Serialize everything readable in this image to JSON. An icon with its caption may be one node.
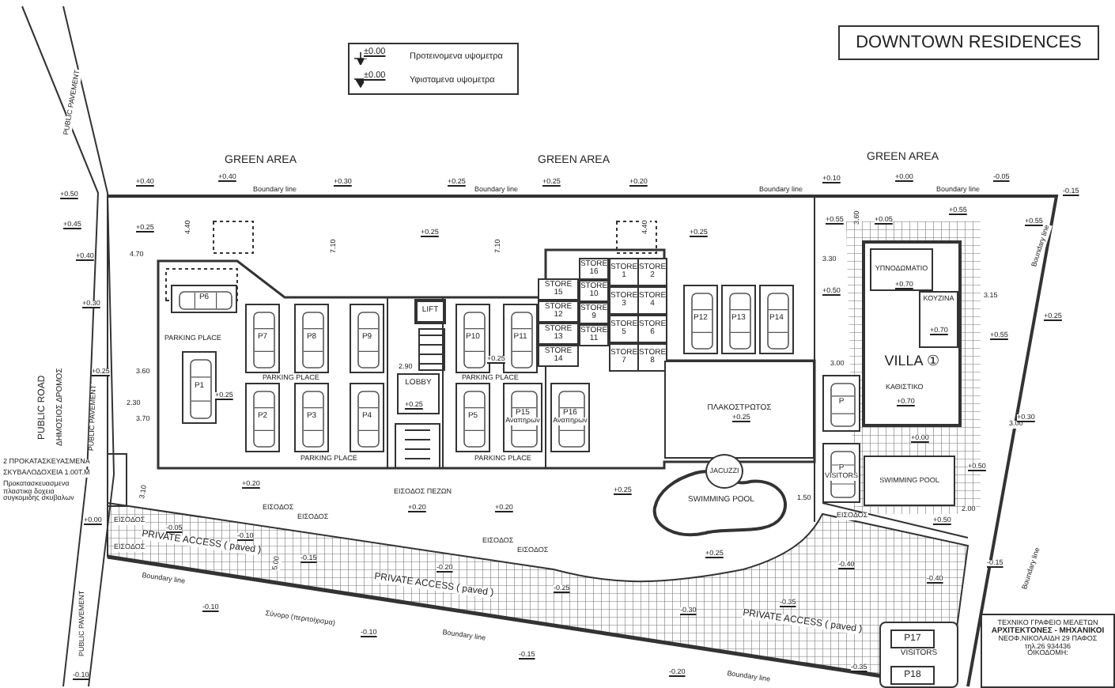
{
  "diagram": {
    "title": "DOWNTOWN RESIDENCES",
    "nodes": [
      {
        "text": [
          "P6"
        ]
      },
      {
        "text": [
          "P1"
        ]
      },
      {
        "text": [
          "P7"
        ]
      },
      {
        "text": [
          "P8"
        ]
      },
      {
        "text": [
          "P9"
        ]
      },
      {
        "text": [
          "P10"
        ]
      },
      {
        "text": [
          "P11"
        ]
      },
      {
        "text": [
          "P2"
        ]
      },
      {
        "text": [
          "P3"
        ]
      },
      {
        "text": [
          "P4"
        ]
      },
      {
        "text": [
          "P5"
        ]
      },
      {
        "text": [
          "P15",
          "Αναπηρων"
        ]
      },
      {
        "text": [
          "P16",
          "Αναπηρων"
        ]
      },
      {
        "text": [
          "LIFT"
        ]
      },
      {
        "text": [
          "LOBBY"
        ]
      },
      {
        "text": [
          "STORE 15"
        ]
      },
      {
        "text": [
          "STORE 12"
        ]
      },
      {
        "text": [
          "STORE 13"
        ]
      },
      {
        "text": [
          "STORE 14"
        ]
      },
      {
        "text": [
          "STORE 16"
        ]
      },
      {
        "text": [
          "STORE 10"
        ]
      },
      {
        "text": [
          "STORE 1"
        ]
      },
      {
        "text": [
          "STORE 3"
        ]
      },
      {
        "text": [
          "STORE 5"
        ]
      },
      {
        "text": [
          "STORE 7"
        ]
      },
      {
        "text": [
          "STORE 2"
        ]
      },
      {
        "text": [
          "STORE 4"
        ]
      },
      {
        "text": [
          "STORE 6"
        ]
      },
      {
        "text": [
          "STORE 8"
        ]
      },
      {
        "text": [
          "STORE 9"
        ]
      },
      {
        "text": [
          "STORE 11"
        ]
      },
      {
        "text": [
          "P12"
        ]
      },
      {
        "text": [
          "P13"
        ]
      },
      {
        "text": [
          "P14"
        ]
      },
      {
        "text": [
          "ΠΛΑΚΟΣΤΡΩΤΟΣ"
        ]
      },
      {
        "text": [
          "P"
        ]
      },
      {
        "text": [
          "P",
          "VISITORS"
        ]
      },
      {
        "text": [
          "VILLA ①"
        ]
      },
      {
        "text": [
          "ΥΠΝΟΔΩΜΑΤΙΟ"
        ],
        "in": 37
      },
      {
        "text": [
          "ΚΟΥΖΙΝΑ"
        ],
        "in": 37
      },
      {
        "text": [
          "JACUZZI"
        ]
      },
      {
        "text": [
          "SWIMMING POOL"
        ]
      },
      {
        "text": [
          "SWIMMING POOL"
        ]
      },
      {
        "text": [
          "VISITORS"
        ]
      },
      {
        "text": [
          "P17"
        ],
        "in": 43
      },
      {
        "text": [
          "P18"
        ],
        "in": 43
      },
      {
        "text": [
          "ΤΕΧΝΙΚΟ ΓΡΑΦΕΙΟ ΜΕΛΕΤΩΝ",
          "ΑΡΧΙΤΕΚΤΟΝΕΣ - ΜΗΧΑΝΙΚΟΙ",
          "ΝΕΟΦ.ΝΙΚΟΛΑΙΔΗ 29 ΠΑΦΟΣ",
          "τηλ.26 934436",
          "ΟΙΚΟΔΟΜΗ:"
        ]
      }
    ],
    "labels": [
      "±0.00",
      "±0.00",
      "GREEN AREA",
      "GREEN AREA",
      "GREEN AREA",
      "Boundary line",
      "Boundary line",
      "Boundary line",
      "Boundary line",
      "Boundary line",
      "PUBLIC PAVEMENT",
      "PUBLIC ROAD",
      "ΔΗΜΟΣΙΟΣ ΔΡΟΜΟΣ",
      "PUBLIC PAVEMENT",
      "PUBLIC PAVEMENT",
      "PARKING PLACE",
      "PARKING PLACE",
      "PARKING PLACE",
      "PARKING PLACE",
      "PARKING PLACE",
      "ΚΑΘΙΣΤΙΚΟ",
      "PRIVATE ACCESS ( paved )",
      "PRIVATE ACCESS ( paved )",
      "PRIVATE ACCESS ( paved )",
      "Boundary line",
      "Σύνορο (περιτοίχισμα)",
      "Boundary line",
      "Boundary line",
      "Boundary line",
      "2 ΠΡΟΚΑΤΑΣΚΕΥΑΣΜΕΝΑ",
      "ΣΚΥΒΑΛΟΔΟΧΕΙΑ 1.00Τ.Μ",
      "Προκατασκευασμενα πλαστικα δοχεια συγκομιδης σκυβαλων",
      "ΕΙΣΟΔΟΣ",
      "ΕΙΣΟΔΟΣ",
      "ΕΙΣΟΔΟΣ",
      "ΕΙΣΟΔΟΣ",
      "ΕΙΣΟΔΟΣ ΠΕΖΩΝ",
      "ΕΙΣΟΔΟΣ",
      "ΕΙΣΟΔΟΣ",
      "ΕΙΣΟΔΟΣ",
      "4.70",
      "3.60",
      "2.30",
      "3.70",
      "4.40",
      "7.10",
      "7.10",
      "4.40",
      "3.30",
      "3.00",
      "3.15",
      "3.00",
      "2.90",
      "1.50",
      "2.00",
      "3.60",
      "5.00",
      "3.10",
      "+0.50",
      "+0.40",
      "+0.40",
      "+0.30",
      "+0.25",
      "+0.25",
      "+0.20",
      "+0.10",
      "+0.00",
      "-0.05",
      "-0.15",
      "+0.45",
      "+0.40",
      "+0.30",
      "+0.25",
      "+0.25",
      "+0.25",
      "+0.25",
      "+0.55",
      "+0.05",
      "+0.55",
      "+0.55",
      "+0.50",
      "+0.70",
      "+0.70",
      "+0.55",
      "+0.25",
      "+0.70",
      "+0.25",
      "+0.25",
      "+0.25",
      "+0.25",
      "+0.00",
      "+0.30",
      "+0.50",
      "+0.50",
      "+0.25",
      "+0.25",
      "+0.20",
      "+0.20",
      "+0.20",
      "+0.00",
      "-0.05",
      "-0.10",
      "-0.15",
      "-0.20",
      "-0.25",
      "-0.30",
      "-0.35",
      "-0.40",
      "-0.40",
      "-0.15",
      "-0.10",
      "-0.10",
      "-0.15",
      "-0.20",
      "-0.35",
      "-0.10"
    ],
    "legend": [
      {
        "text": "Προτεινομενα υψομετρα"
      },
      {
        "text": "Υφισταμενα υψομετρα"
      }
    ]
  }
}
